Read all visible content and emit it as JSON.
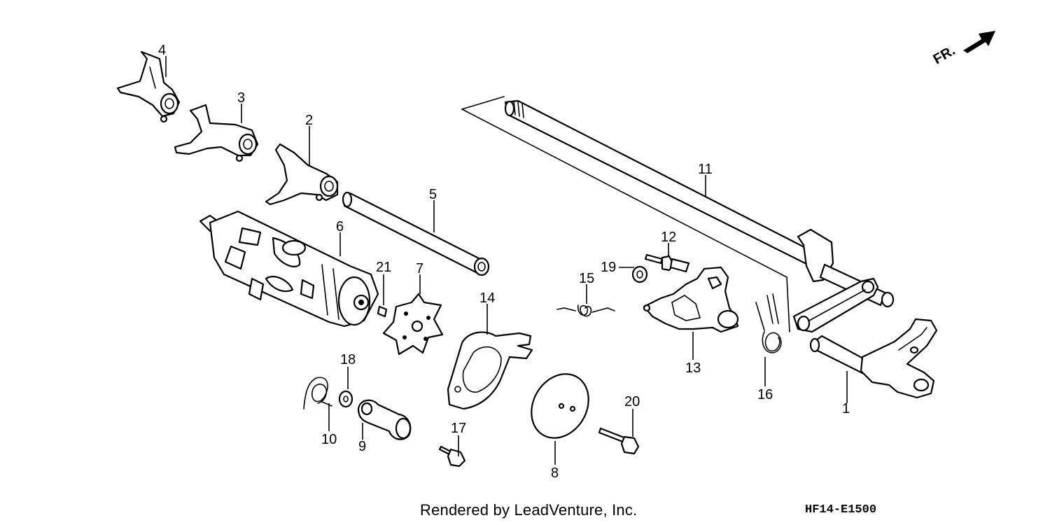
{
  "direction_label": "FR.",
  "footer": {
    "rendered_by": "Rendered by LeadVenture, Inc.",
    "diagram_code": "HF14-E1500"
  },
  "callouts": [
    {
      "id": "1",
      "text": "1"
    },
    {
      "id": "2",
      "text": "2"
    },
    {
      "id": "3",
      "text": "3"
    },
    {
      "id": "4",
      "text": "4"
    },
    {
      "id": "5",
      "text": "5"
    },
    {
      "id": "6",
      "text": "6"
    },
    {
      "id": "7",
      "text": "7"
    },
    {
      "id": "8",
      "text": "8"
    },
    {
      "id": "9",
      "text": "9"
    },
    {
      "id": "10",
      "text": "10"
    },
    {
      "id": "11",
      "text": "11"
    },
    {
      "id": "12",
      "text": "12"
    },
    {
      "id": "13",
      "text": "13"
    },
    {
      "id": "14",
      "text": "14"
    },
    {
      "id": "15",
      "text": "15"
    },
    {
      "id": "16",
      "text": "16"
    },
    {
      "id": "17",
      "text": "17"
    },
    {
      "id": "18",
      "text": "18"
    },
    {
      "id": "19",
      "text": "19"
    },
    {
      "id": "20",
      "text": "20"
    },
    {
      "id": "21",
      "text": "21"
    }
  ]
}
